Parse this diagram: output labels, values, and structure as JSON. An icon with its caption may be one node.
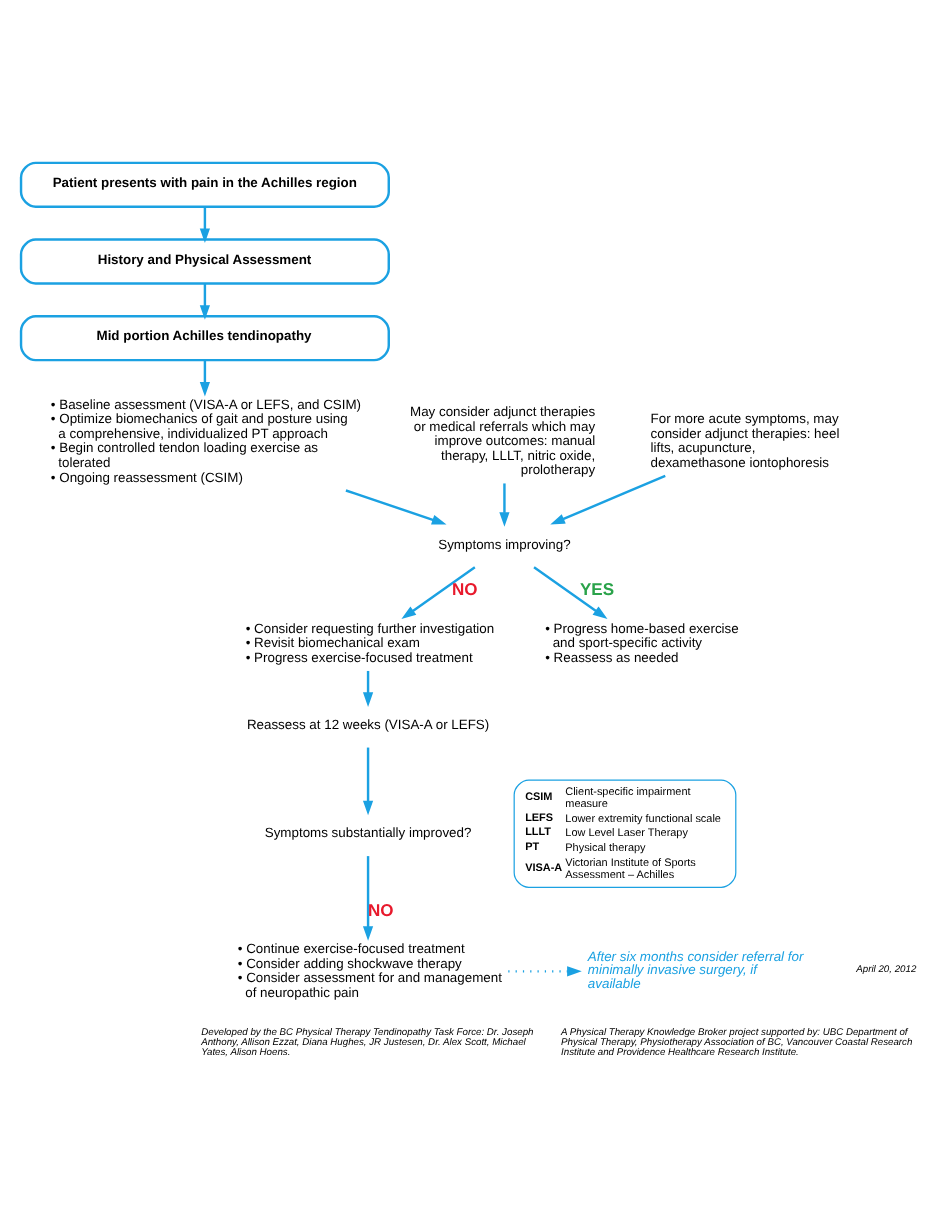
{
  "diagram": {
    "nodes": [
      {
        "text": [
          "Patient presents with pain in the Achilles region"
        ]
      },
      {
        "text": [
          "History and Physical Assessment"
        ]
      },
      {
        "text": [
          "Mid portion Achilles tendinopathy"
        ]
      },
      {
        "text": [
          "• Baseline assessment (VISA-A or LEFS, and CSIM)",
          "• Optimize biomechanics of gait and posture using a comprehensive, individualized PT approach",
          "• Begin controlled tendon loading exercise as tolerated",
          "• Ongoing reassessment (CSIM)"
        ]
      },
      {
        "text": [
          "May consider adjunct therapies or medical referrals which may improve outcomes: manual therapy, LLLT, nitric oxide, prolotherapy"
        ]
      },
      {
        "text": [
          "For more acute symptoms, may consider adjunct therapies: heel lifts, acupuncture, dexamethasone iontophoresis"
        ]
      },
      {
        "text": [
          "Symptoms improving?"
        ]
      },
      {
        "text": [
          "• Consider requesting further investigation",
          "• Revisit biomechanical exam",
          "• Progress exercise-focused treatment"
        ]
      },
      {
        "text": [
          "• Progress home-based exercise and sport-specific activity",
          "• Reassess as needed"
        ]
      },
      {
        "text": [
          "Reassess at 12 weeks (VISA-A or LEFS)"
        ]
      },
      {
        "text": [
          "Symptoms substantially improved?"
        ]
      },
      {
        "text": [
          "• Continue exercise-focused treatment",
          "• Consider adding shockwave therapy",
          "• Consider assessment for and management of neuropathic pain"
        ]
      },
      {
        "text": [
          "After six months consider referral for minimally invasive surgery, if available"
        ]
      }
    ],
    "edges": [
      {
        "from": 0,
        "to": 1,
        "arrow": "to"
      },
      {
        "from": 1,
        "to": 2,
        "arrow": "to"
      },
      {
        "from": 2,
        "to": 3,
        "arrow": "to"
      },
      {
        "from": 3,
        "to": 6,
        "arrow": "to"
      },
      {
        "from": 4,
        "to": 6,
        "arrow": "to"
      },
      {
        "from": 5,
        "to": 6,
        "arrow": "to"
      },
      {
        "from": 6,
        "to": 7,
        "arrow": "to",
        "label": "NO"
      },
      {
        "from": 6,
        "to": 8,
        "arrow": "to",
        "label": "YES"
      },
      {
        "from": 7,
        "to": 9,
        "arrow": "to"
      },
      {
        "from": 9,
        "to": 10,
        "arrow": "to"
      },
      {
        "from": 10,
        "to": 11,
        "arrow": "to",
        "label": "NO"
      },
      {
        "from": 11,
        "to": 12,
        "arrow": "to",
        "style": "dashed"
      }
    ],
    "labels": [
      "CSIM",
      "Client-specific impairment measure",
      "LEFS",
      "Lower extremity functional scale",
      "LLLT",
      "Low Level Laser Therapy",
      "PT",
      "Physical therapy",
      "VISA-A",
      "Victorian Institute of Sports Assessment – Achilles",
      "Developed by the BC Physical Therapy Tendinopathy Task Force: Dr. Joseph Anthony, Allison Ezzat, Diana Hughes, JR Justesen, Dr. Alex Scott, Michael Yates, Alison Hoens.",
      "A Physical Therapy Knowledge Broker project supported by: UBC Department of Physical Therapy, Physiotherapy Association of BC, Vancouver Coastal Research Institute and Providence Healthcare Research Institute.",
      "April 20, 2012"
    ]
  }
}
